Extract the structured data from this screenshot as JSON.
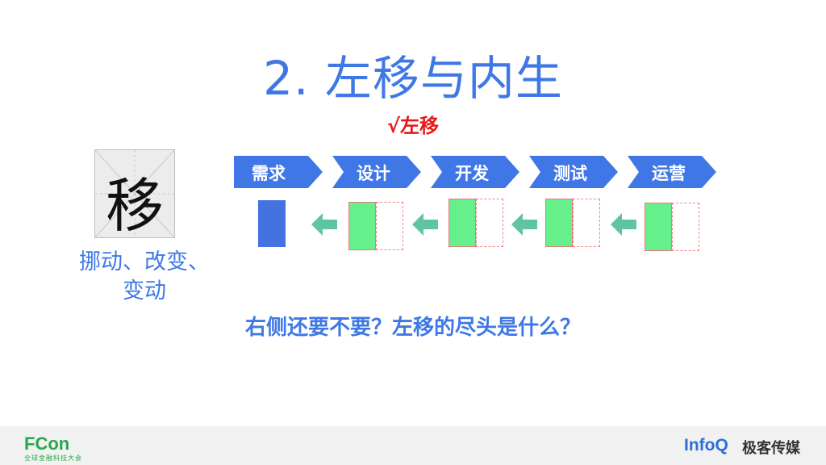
{
  "title": "2. 左移与内生",
  "subtitle": "√左移",
  "character": "移",
  "meaning_lines": [
    "挪动、改变、",
    "变动"
  ],
  "stages": [
    "需求",
    "设计",
    "开发",
    "测试",
    "运营"
  ],
  "question": "右侧还要不要？左移的尽头是什么？",
  "footer": {
    "fcon": "FCon",
    "fcon_sub": "全球金融科技大会",
    "infoq": "InfoQ",
    "geek": "极客传媒"
  },
  "colors": {
    "title": "#3f78e6",
    "subtitle": "#e81818",
    "stage_fill": "#3f78e6",
    "green_block": "#66f08c",
    "arrow": "#5fc4a6",
    "blue_bar": "#4472e0"
  }
}
